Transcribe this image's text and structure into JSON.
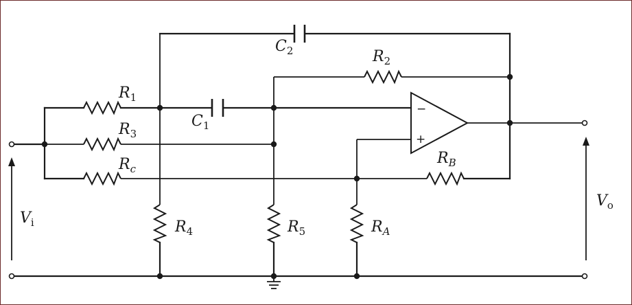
{
  "circuit": {
    "components": {
      "R1": {
        "letter": "R",
        "sub": "1"
      },
      "R2": {
        "letter": "R",
        "sub": "2"
      },
      "R3": {
        "letter": "R",
        "sub": "3"
      },
      "R4": {
        "letter": "R",
        "sub": "4"
      },
      "R5": {
        "letter": "R",
        "sub": "5"
      },
      "Rc": {
        "letter": "R",
        "sub": "c"
      },
      "RA": {
        "letter": "R",
        "sub": "A"
      },
      "RB": {
        "letter": "R",
        "sub": "B"
      },
      "C1": {
        "letter": "C",
        "sub": "1"
      },
      "C2": {
        "letter": "C",
        "sub": "2"
      }
    },
    "ports": {
      "input": {
        "letter": "V",
        "sub": "i"
      },
      "output": {
        "letter": "V",
        "sub": "o"
      }
    },
    "opamp": {
      "minus": "−",
      "plus": "+"
    }
  }
}
